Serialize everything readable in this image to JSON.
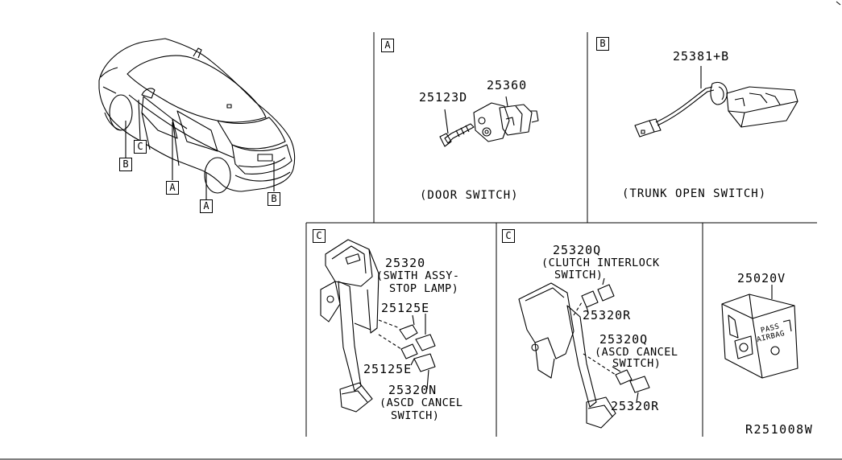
{
  "diagram_id": "R251008W",
  "panels": {
    "car": {
      "callouts": [
        "B",
        "C",
        "A",
        "A",
        "B"
      ]
    },
    "A": {
      "letter": "A",
      "caption": "(DOOR SWITCH)",
      "parts": [
        "25123D",
        "25360"
      ]
    },
    "B": {
      "letter": "B",
      "caption": "(TRUNK OPEN SWITCH)",
      "parts": [
        "25381+B"
      ]
    },
    "C1": {
      "letter": "C",
      "parts": {
        "switch_main": "25320",
        "switch_desc_1": "(SWITH ASSY-",
        "switch_desc_2": "STOP LAMP)",
        "clip_upper": "25125E",
        "clip_lower": "25125E",
        "cancel": "25320N",
        "cancel_desc_1": "(ASCD CANCEL",
        "cancel_desc_2": "SWITCH)"
      }
    },
    "C2": {
      "letter": "C",
      "parts": {
        "interlock": "25320Q",
        "interlock_desc_1": "(CLUTCH INTERLOCK",
        "interlock_desc_2": "SWITCH)",
        "r_upper": "25320R",
        "ascd": "25320Q",
        "ascd_desc_1": "(ASCD CANCEL",
        "ascd_desc_2": "SWITCH)",
        "r_lower": "25320R"
      }
    },
    "D": {
      "parts": [
        "25020V"
      ],
      "label_1": "PASS",
      "label_2": "AIRBAG"
    }
  }
}
